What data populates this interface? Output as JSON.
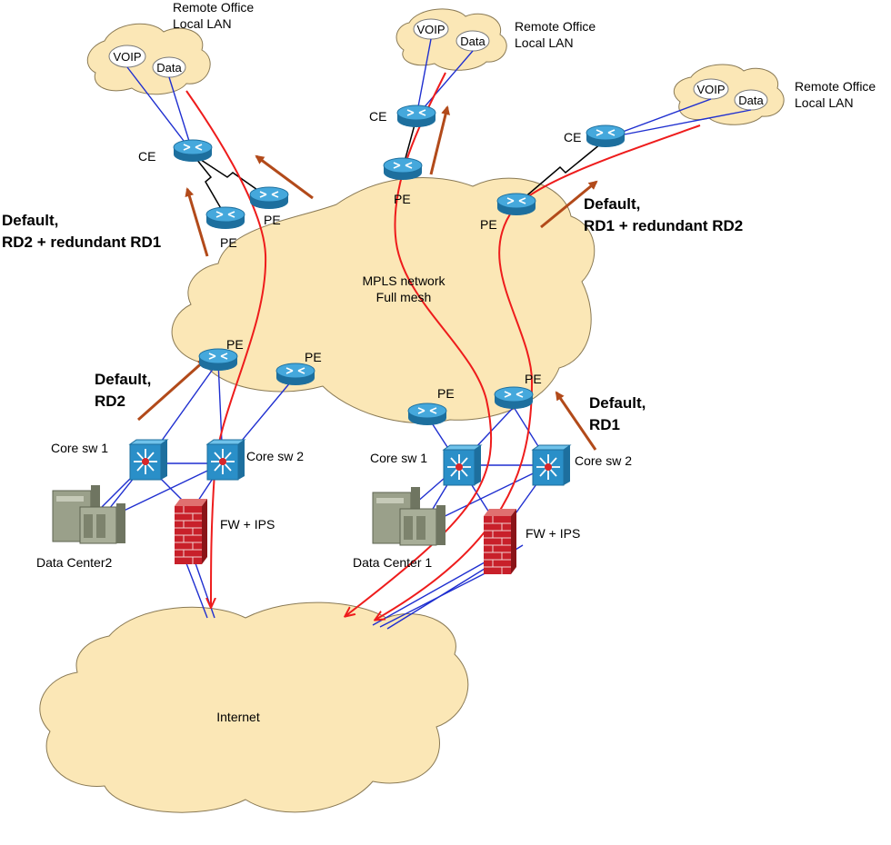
{
  "diagram": {
    "remote_offices": [
      {
        "line1": "Remote Office",
        "line2": "Local LAN",
        "voip": "VOIP",
        "data": "Data"
      },
      {
        "line1": "Remote Office",
        "line2": "Local LAN",
        "voip": "VOIP",
        "data": "Data"
      },
      {
        "line1": "Remote Office",
        "line2": "Local LAN",
        "voip": "VOIP",
        "data": "Data"
      }
    ],
    "ce_label": "CE",
    "pe_label": "PE",
    "mpls": {
      "line1": "MPLS network",
      "line2": "Full mesh"
    },
    "internet_label": "Internet",
    "core_sw1": "Core sw 1",
    "core_sw2": "Core sw 2",
    "fw_label": "FW + IPS",
    "dc2_label": "Data Center2",
    "dc1_label": "Data Center 1",
    "routing": {
      "left_top": {
        "line1": "Default,",
        "line2": "RD2 + redundant  RD1"
      },
      "right_top": {
        "line1": "Default,",
        "line2": "RD1 + redundant  RD2"
      },
      "left_bottom": {
        "line1": "Default,",
        "line2": "RD2"
      },
      "right_bottom": {
        "line1": "Default,",
        "line2": "RD1"
      }
    },
    "colors": {
      "cloud_fill": "#fbe7b6",
      "cloud_stroke": "#8a7a55",
      "router_blue": "#2a8fc8",
      "link_blue": "#1f2fd0",
      "wan_black": "#000000",
      "traffic_red": "#ee1c1c",
      "route_brown": "#b24a1a",
      "firewall_red": "#c8202a",
      "server_gray": "#9aa08a"
    },
    "icons": {
      "router": "router-icon",
      "switch": "layer3-switch-icon",
      "firewall": "firewall-icon",
      "server": "server-icon"
    }
  }
}
